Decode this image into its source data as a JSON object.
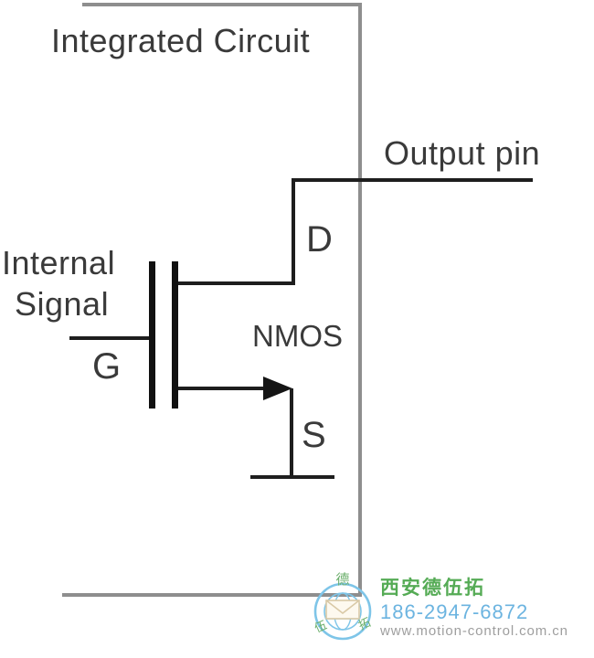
{
  "diagram": {
    "ic_label": "Integrated Circuit",
    "output_pin_label": "Output pin",
    "internal_signal": {
      "line1": "Internal",
      "line2": "Signal"
    },
    "transistor": {
      "type_label": "NMOS",
      "gate_label": "G",
      "drain_label": "D",
      "source_label": "S"
    },
    "colors": {
      "ic_border": "#8e8e8e",
      "circuit_line": "#1e1e1e",
      "label_text": "#3a3a3a"
    }
  },
  "watermark": {
    "company_name": "西安德伍拓",
    "phone": "186-2947-6872",
    "website": "www.motion-control.com.cn",
    "logo": {
      "top_char": "德",
      "bottom_left_char": "伍",
      "bottom_right_char": "拓"
    },
    "colors": {
      "company_green": "#55ab55",
      "phone_blue": "#6cb4e0",
      "website_gray": "#9e9e9e",
      "logo_blue": "#7ec5e8",
      "envelope_tan": "#d9c9a6"
    }
  }
}
